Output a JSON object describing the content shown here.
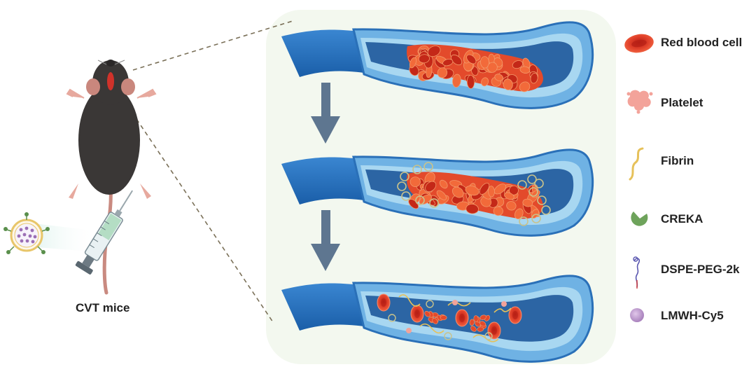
{
  "caption": "CVT mice",
  "legend": [
    {
      "icon": "red-blood-cell-icon",
      "label": "Red blood cell"
    },
    {
      "icon": "platelet-icon",
      "label": "Platelet"
    },
    {
      "icon": "fibrin-icon",
      "label": "Fibrin"
    },
    {
      "icon": "creka-icon",
      "label": "CREKA"
    },
    {
      "icon": "dspe-peg-icon",
      "label": "DSPE-PEG-2k"
    },
    {
      "icon": "lmwh-cy5-icon",
      "label": "LMWH-Cy5"
    }
  ],
  "colors": {
    "panel_bg": "#f3f8ef",
    "vessel_wall": "#1f6fc0",
    "vessel_lumen": "#9fd0ef",
    "vessel_inner": "#2b66a6",
    "arrow": "#5e7690",
    "rbc": "#e0402a",
    "platelet": "#f3a39a",
    "fibrin": "#e6c15a",
    "creka": "#6ea35b",
    "lmwh": "#c7a3d6",
    "mouse": "#3a3736"
  },
  "stages": [
    "full-thrombus",
    "targeted-thrombus",
    "dissolved-thrombus"
  ]
}
